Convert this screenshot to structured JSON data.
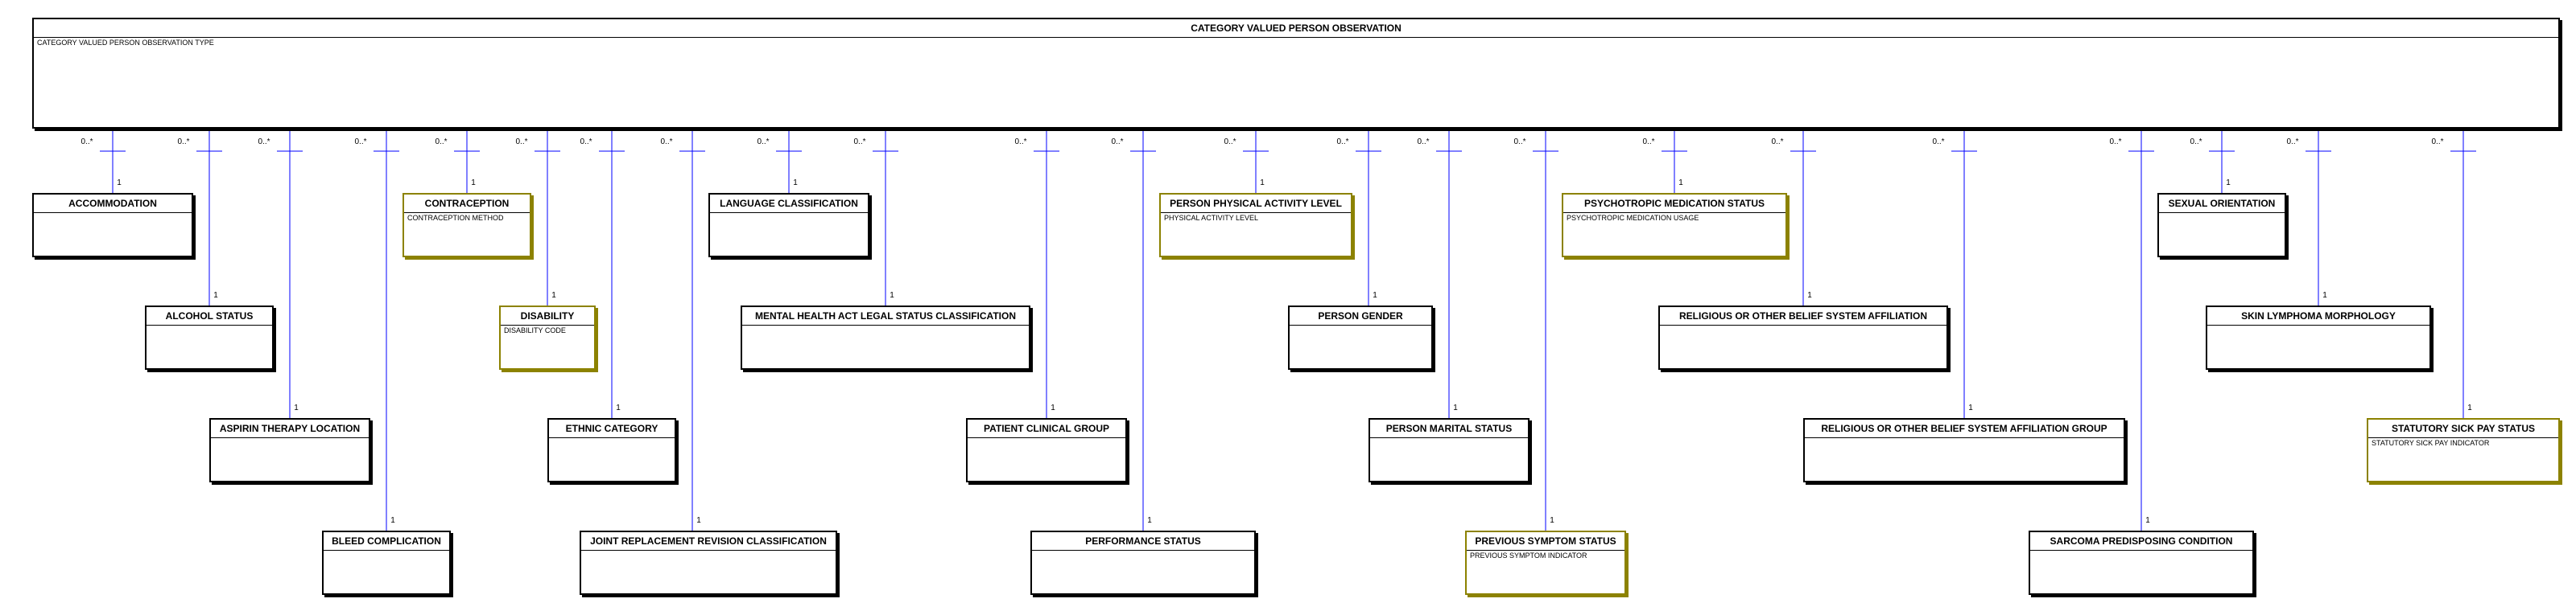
{
  "root": {
    "name": "CATEGORY VALUED PERSON OBSERVATION",
    "attribute": "CATEGORY VALUED PERSON OBSERVATION TYPE"
  },
  "colors": {
    "line": "#0000ff",
    "entity_border": "#000000",
    "attribute_entity_border": "#8c8200"
  },
  "relationships": [
    {
      "name": "ACCOMMODATION",
      "attribute": "",
      "root_card": "0..*",
      "child_card": "1"
    },
    {
      "name": "ALCOHOL STATUS",
      "attribute": "",
      "root_card": "0..*",
      "child_card": "1"
    },
    {
      "name": "ASPIRIN THERAPY LOCATION",
      "attribute": "",
      "root_card": "0..*",
      "child_card": "1"
    },
    {
      "name": "BLEED COMPLICATION",
      "attribute": "",
      "root_card": "0..*",
      "child_card": "1"
    },
    {
      "name": "CONTRACEPTION",
      "attribute": "CONTRACEPTION METHOD",
      "root_card": "0..*",
      "child_card": "1"
    },
    {
      "name": "DISABILITY",
      "attribute": "DISABILITY CODE",
      "root_card": "0..*",
      "child_card": "1"
    },
    {
      "name": "ETHNIC CATEGORY",
      "attribute": "",
      "root_card": "0..*",
      "child_card": "1"
    },
    {
      "name": "JOINT REPLACEMENT REVISION CLASSIFICATION",
      "attribute": "",
      "root_card": "0..*",
      "child_card": "1"
    },
    {
      "name": "LANGUAGE CLASSIFICATION",
      "attribute": "",
      "root_card": "0..*",
      "child_card": "1"
    },
    {
      "name": "MENTAL HEALTH ACT LEGAL STATUS CLASSIFICATION",
      "attribute": "",
      "root_card": "0..*",
      "child_card": "1"
    },
    {
      "name": "PATIENT CLINICAL GROUP",
      "attribute": "",
      "root_card": "0..*",
      "child_card": "1"
    },
    {
      "name": "PERFORMANCE STATUS",
      "attribute": "",
      "root_card": "0..*",
      "child_card": "1"
    },
    {
      "name": "PERSON PHYSICAL ACTIVITY LEVEL",
      "attribute": "PHYSICAL ACTIVITY LEVEL",
      "root_card": "0..*",
      "child_card": "1"
    },
    {
      "name": "PERSON GENDER",
      "attribute": "",
      "root_card": "0..*",
      "child_card": "1"
    },
    {
      "name": "PERSON MARITAL STATUS",
      "attribute": "",
      "root_card": "0..*",
      "child_card": "1"
    },
    {
      "name": "PREVIOUS SYMPTOM STATUS",
      "attribute": "PREVIOUS SYMPTOM INDICATOR",
      "root_card": "0..*",
      "child_card": "1"
    },
    {
      "name": "PSYCHOTROPIC MEDICATION STATUS",
      "attribute": "PSYCHOTROPIC MEDICATION USAGE",
      "root_card": "0..*",
      "child_card": "1"
    },
    {
      "name": "RELIGIOUS OR OTHER BELIEF SYSTEM AFFILIATION",
      "attribute": "",
      "root_card": "0..*",
      "child_card": "1"
    },
    {
      "name": "RELIGIOUS OR OTHER BELIEF SYSTEM AFFILIATION GROUP",
      "attribute": "",
      "root_card": "0..*",
      "child_card": "1"
    },
    {
      "name": "SARCOMA PREDISPOSING CONDITION",
      "attribute": "",
      "root_card": "0..*",
      "child_card": "1"
    },
    {
      "name": "SEXUAL ORIENTATION",
      "attribute": "",
      "root_card": "0..*",
      "child_card": "1"
    },
    {
      "name": "SKIN LYMPHOMA MORPHOLOGY",
      "attribute": "",
      "root_card": "0..*",
      "child_card": "1"
    },
    {
      "name": "STATUTORY SICK PAY STATUS",
      "attribute": "STATUTORY SICK PAY INDICATOR",
      "root_card": "0..*",
      "child_card": "1"
    }
  ]
}
